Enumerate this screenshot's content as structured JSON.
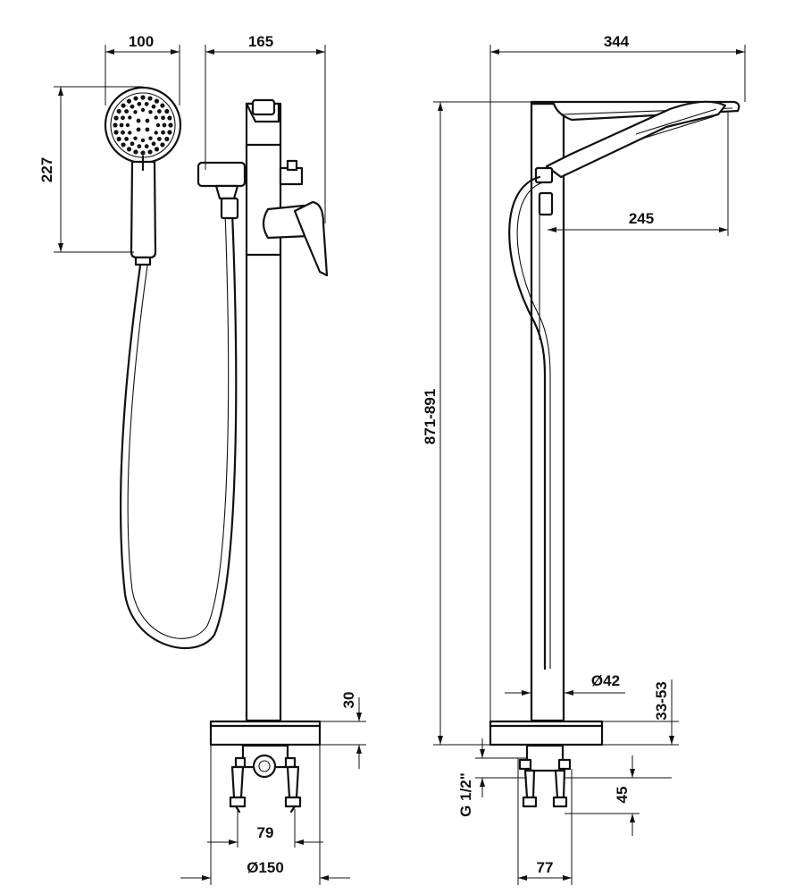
{
  "dimensions": {
    "shower_head_width": "100",
    "shower_head_length": "227",
    "spout_projection": "165",
    "overall_depth": "344",
    "holder_reach": "245",
    "overall_height": "871-891",
    "column_diameter": "Ø42",
    "plinth_height": "30",
    "plinth_adjust": "33-53",
    "connection_thread": "G 1/2\"",
    "connection_depth": "45",
    "leg_spacing_front": "79",
    "base_diameter": "Ø150",
    "leg_spacing_side": "77"
  }
}
